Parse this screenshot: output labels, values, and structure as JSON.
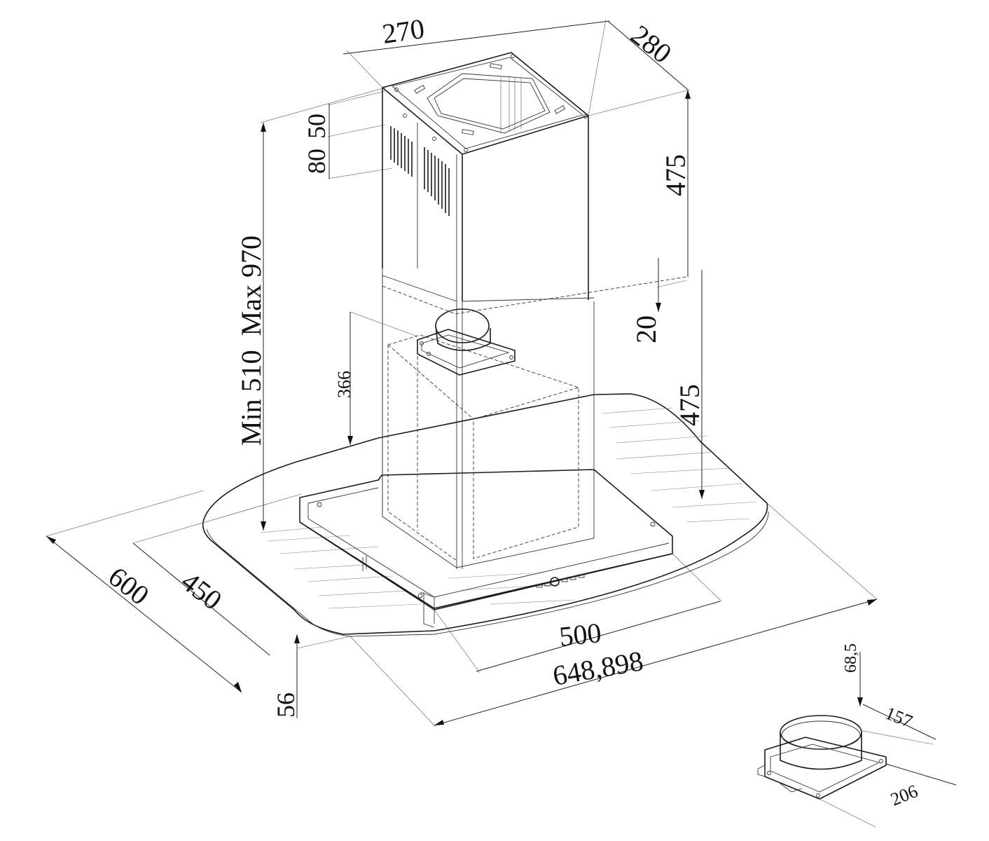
{
  "dimensions": {
    "width_top": "270",
    "depth_top": "280",
    "vent_offset_a": "80",
    "vent_offset_b": "50",
    "chimney_height": "Min 510  Max 970",
    "upper_chimney": "475",
    "overlap": "20",
    "lower_chimney": "475",
    "motor_height": "366",
    "glass_depth": "600",
    "body_depth": "450",
    "body_width": "500",
    "glass_width": "648,898",
    "glass_thickness": "56",
    "adapter_height": "68,5",
    "adapter_inner": "157",
    "adapter_outer": "206"
  }
}
